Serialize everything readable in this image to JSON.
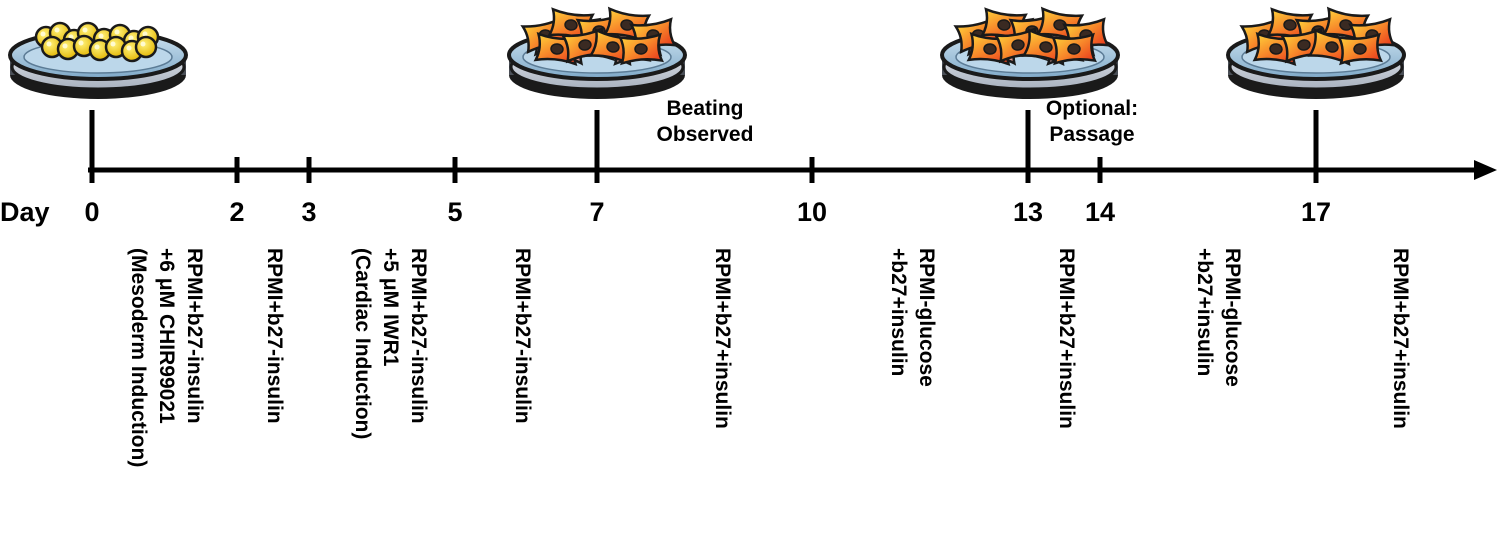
{
  "timeline": {
    "axis_label": "Day",
    "days": [
      {
        "day": "0",
        "major": true
      },
      {
        "day": "2",
        "major": false
      },
      {
        "day": "3",
        "major": false
      },
      {
        "day": "5",
        "major": false
      },
      {
        "day": "7",
        "major": true
      },
      {
        "day": "10",
        "major": false
      },
      {
        "day": "13",
        "major": true
      },
      {
        "day": "14",
        "major": false
      },
      {
        "day": "17",
        "major": true
      }
    ],
    "events": [
      {
        "lines": [
          "Beating",
          "Observed"
        ]
      },
      {
        "lines": [
          "Optional:",
          "Passage"
        ]
      }
    ]
  },
  "media": [
    {
      "lines": [
        "RPMI+b27-insulin",
        "+6 μM CHIR99021",
        "(Mesoderm Induction)"
      ]
    },
    {
      "lines": [
        "RPMI+b27-insulin"
      ]
    },
    {
      "lines": [
        "RPMI+b27-insulin",
        "+5 μM IWR1",
        "(Cardiac Induction)"
      ]
    },
    {
      "lines": [
        "RPMI+b27-insulin"
      ]
    },
    {
      "lines": [
        "RPMI+b27+insulin"
      ]
    },
    {
      "lines": [
        "RPMI-glucose",
        "+b27+insulin"
      ]
    },
    {
      "lines": [
        "RPMI+b27+insulin"
      ]
    },
    {
      "lines": [
        "RPMI-glucose",
        "+b27+insulin"
      ]
    },
    {
      "lines": [
        "RPMI+b27+insulin"
      ]
    }
  ],
  "dishes": [
    {
      "stage": "stem-cells",
      "cell_colors": [
        "#f7d417",
        "#e8b800"
      ]
    },
    {
      "stage": "mixed-cardiomyocytes",
      "cell_colors": [
        "#f25c1f",
        "#f7a21a",
        "#e7a7a0"
      ]
    },
    {
      "stage": "mixed-cardiomyocytes",
      "cell_colors": [
        "#f25c1f",
        "#f7a21a",
        "#e7a7a0"
      ]
    },
    {
      "stage": "purified-cardiomyocytes",
      "cell_colors": [
        "#f25c1f",
        "#f7a21a"
      ]
    }
  ]
}
